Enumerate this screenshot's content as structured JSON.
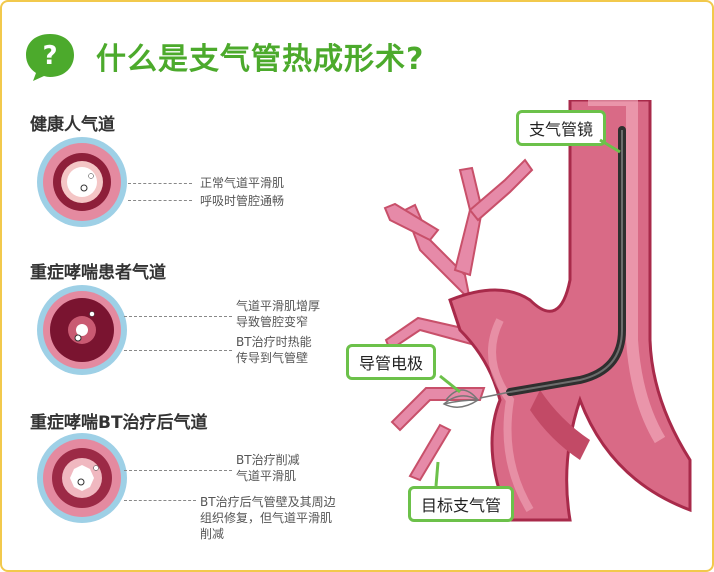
{
  "header": {
    "title": "什么是支气管热成形术?",
    "badge_symbol": "?"
  },
  "sections": [
    {
      "heading": "健康人气道",
      "notes": [
        "正常气道平滑肌",
        "呼吸时管腔通畅"
      ]
    },
    {
      "heading": "重症哮喘患者气道",
      "notes": [
        "气道平滑肌增厚",
        "导致管腔变窄",
        "BT治疗时热能",
        "传导到气管壁"
      ]
    },
    {
      "heading": "重症哮喘BT治疗后气道",
      "notes": [
        "BT治疗削减",
        "气道平滑肌",
        "BT治疗后气管壁及其周边",
        "组织修复，但气道平滑肌",
        "削减"
      ]
    }
  ],
  "illustration": {
    "labels": {
      "bronchoscope": "支气管镜",
      "catheter_electrode": "导管电极",
      "target_bronchus": "目标支气管"
    }
  },
  "colors": {
    "accent": "#4caa2c",
    "label_border": "#6cc14a",
    "frame": "#f2c94c",
    "airway": "#c8506a",
    "airway_dark": "#8e1f3a"
  }
}
